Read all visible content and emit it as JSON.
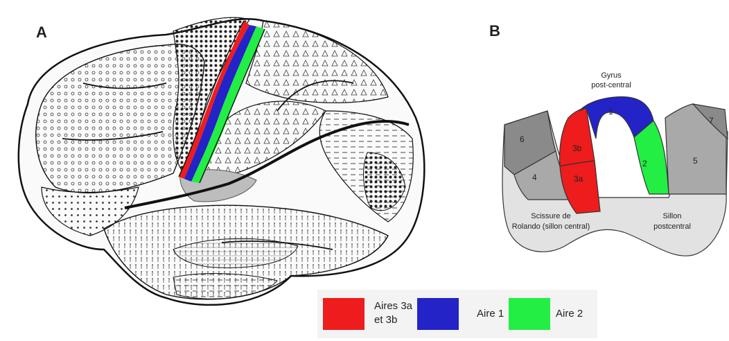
{
  "panels": {
    "a": "A",
    "b": "B"
  },
  "diagram": {
    "gyrus_line1": "Gyrus",
    "gyrus_line2": "post-central",
    "areas": {
      "a1": "1",
      "a2": "2",
      "a3a": "3a",
      "a3b": "3b",
      "a4": "4",
      "a5": "5",
      "a6": "6",
      "a7": "7"
    },
    "sulcus_central_line1": "Scissure de",
    "sulcus_central_line2": "Rolando (sillon central)",
    "sulcus_post_line1": "Sillon",
    "sulcus_post_line2": "postcentral"
  },
  "legend": {
    "items": [
      {
        "line1": "Aires 3a",
        "line2": "et 3b",
        "color": "#ee1c1c"
      },
      {
        "line1": "Aire 1",
        "line2": "",
        "color": "#2323c8"
      },
      {
        "line1": "Aire 2",
        "line2": "",
        "color": "#22ee44"
      }
    ]
  },
  "colors": {
    "red": "#ee1c1c",
    "blue": "#2323c8",
    "green": "#22ee44",
    "gray": "#a9a9a9",
    "light": "#e2e2e2"
  }
}
